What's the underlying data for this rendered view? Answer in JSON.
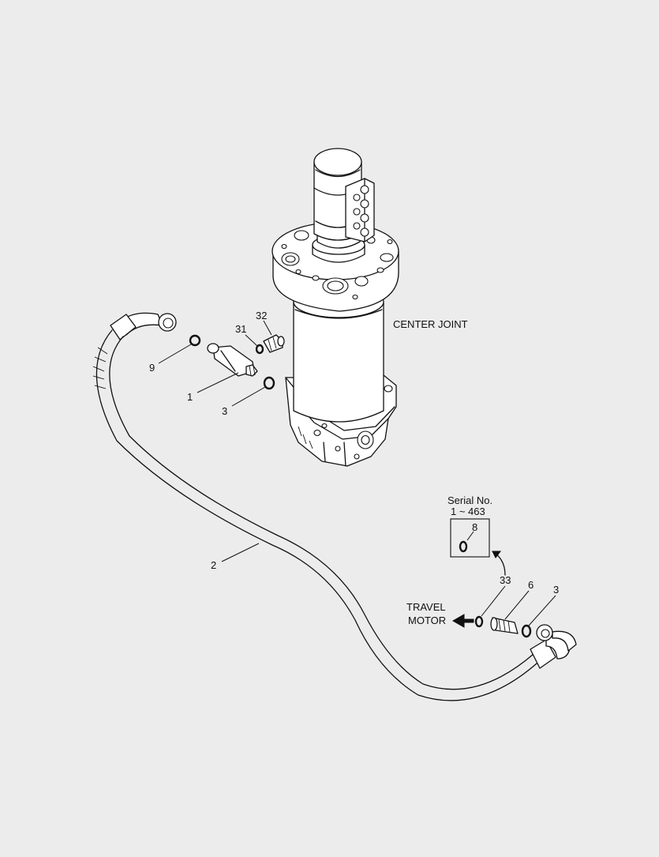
{
  "labels": {
    "center_joint": "CENTER JOINT",
    "travel_motor_line1": "TRAVEL",
    "travel_motor_line2": "MOTOR",
    "serial_line1": "Serial No.",
    "serial_line2": "1 ~ 463"
  },
  "callouts": {
    "p1": "1",
    "p2": "2",
    "p3_upper": "3",
    "p3_lower": "3",
    "p6": "6",
    "p8": "8",
    "p9": "9",
    "p31": "31",
    "p32": "32",
    "p33": "33"
  },
  "colors": {
    "background": "#ececec",
    "line": "#111111",
    "fill": "#ffffff"
  }
}
